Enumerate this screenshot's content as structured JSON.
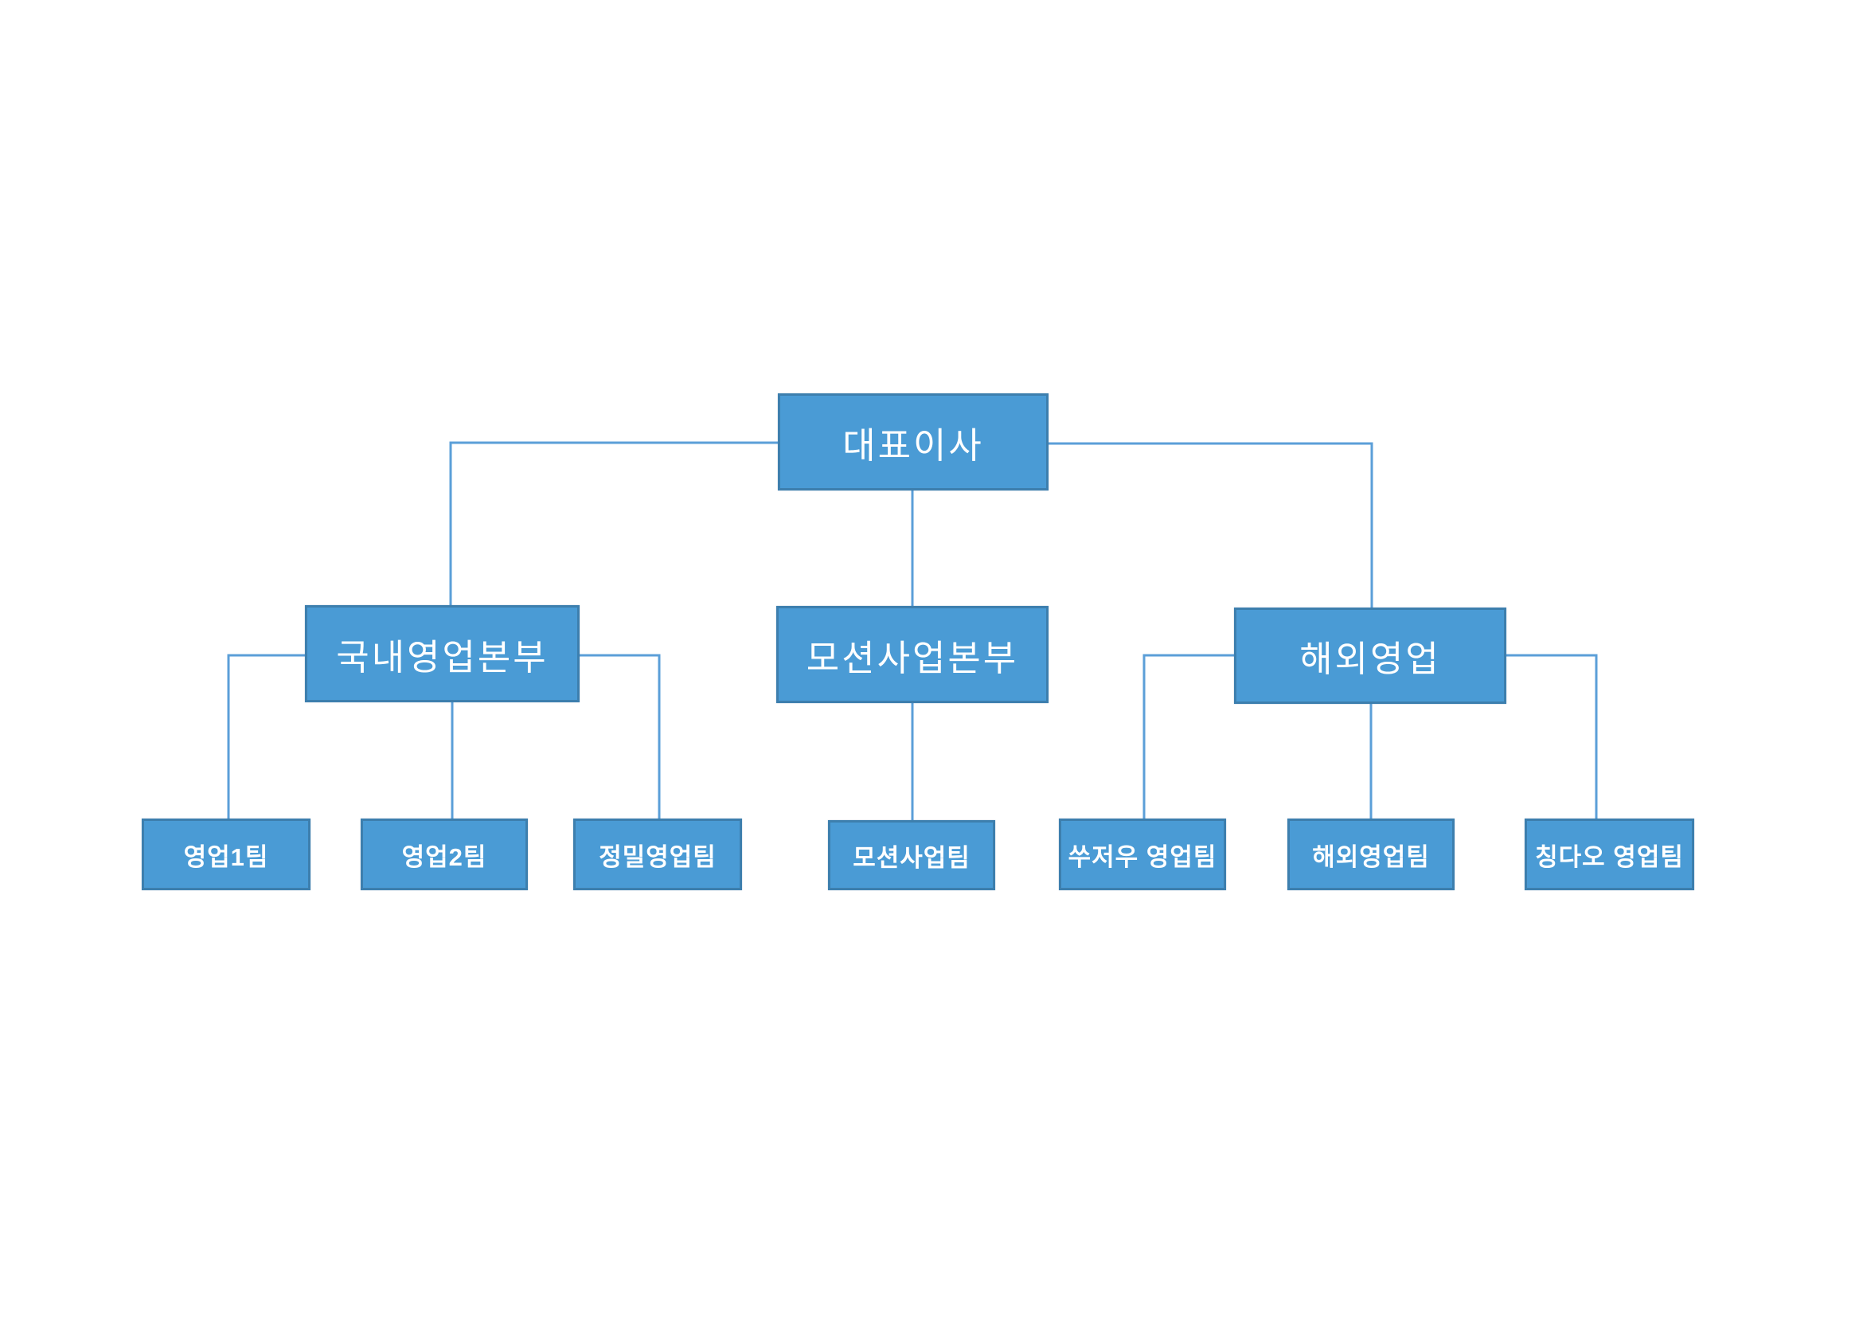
{
  "page": {
    "kind": "scanned organization chart",
    "background_color": "#ffffff"
  },
  "colors": {
    "box_fill": "#4a9bd5",
    "box_border": "#3d7fae",
    "connector": "#5b9fd8",
    "box_text": "#ffffff"
  },
  "org_chart": {
    "nodes": [
      {
        "id": "ceo",
        "label": "대표이사",
        "level": 1,
        "parent": null
      },
      {
        "id": "domestic",
        "label": "국내영업본부",
        "level": 2,
        "parent": "ceo"
      },
      {
        "id": "motion-div",
        "label": "모션사업본부",
        "level": 2,
        "parent": "ceo"
      },
      {
        "id": "overseas",
        "label": "해외영업",
        "level": 2,
        "parent": "ceo"
      },
      {
        "id": "sales1",
        "label": "영업1팀",
        "level": 3,
        "parent": "domestic"
      },
      {
        "id": "sales2",
        "label": "영업2팀",
        "level": 3,
        "parent": "domestic"
      },
      {
        "id": "precision",
        "label": "정밀영업팀",
        "level": 3,
        "parent": "domestic"
      },
      {
        "id": "motion-team",
        "label": "모션사업팀",
        "level": 3,
        "parent": "motion-div"
      },
      {
        "id": "suzhou",
        "label": "쑤저우 영업팀",
        "level": 3,
        "parent": "overseas"
      },
      {
        "id": "overseas-team",
        "label": "해외영업팀",
        "level": 3,
        "parent": "overseas"
      },
      {
        "id": "qingdao",
        "label": "칭다오 영업팀",
        "level": 3,
        "parent": "overseas"
      }
    ]
  }
}
